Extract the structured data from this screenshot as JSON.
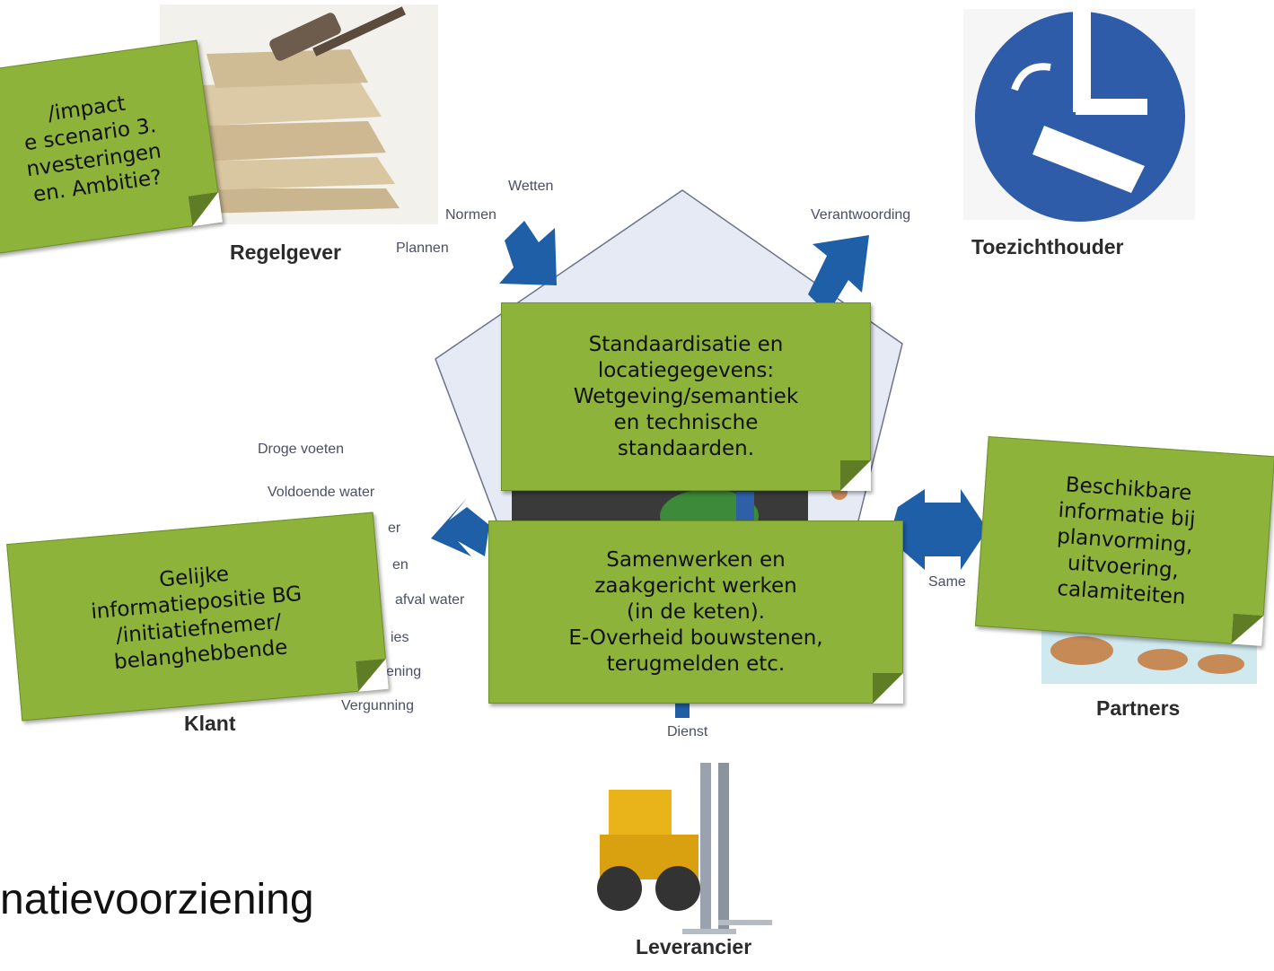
{
  "roles": {
    "regelgever": "Regelgever",
    "toezichthouder": "Toezichthouder",
    "partners": "Partners",
    "klant": "Klant",
    "leverancier": "Leverancier"
  },
  "flows": {
    "wetten": "Wetten",
    "normen": "Normen",
    "plannen": "Plannen",
    "verantwoording": "Verantwoording",
    "droge_voeten": "Droge voeten",
    "voldoende_water": "Voldoende water",
    "klant_partial_1": "er",
    "klant_partial_2": "en",
    "afval_water": "afval water",
    "klant_partial_3": "ies",
    "klant_partial_4": "ening",
    "vergunning": "Vergunning",
    "dienst": "Dienst",
    "samen_partial": "Same"
  },
  "notes": {
    "top_left": "/impact\ne scenario 3.\nnvesteringen\nen. Ambitie?",
    "center_top": "Standaardisatie en\nlocatiegegevens:\nWetgeving/semantiek\nen  technische\nstandaarden.",
    "center_bottom": "Samenwerken en\nzaakgericht werken\n(in de keten).\nE-Overheid bouwstenen,\nterugmelden etc.",
    "left": "Gelijke\ninformatiepositie BG\n/initiatiefnemer/\nbelanghebbende",
    "right": "Beschikbare\ninformatie bij\nplanvorming,\nuitvoering,\ncalamiteiten"
  },
  "bottom_title": "natievoorziening",
  "colors": {
    "arrow_blue": "#1f5fa8",
    "note_green": "#8db33a",
    "pentagon_fill": "#e6eaf4",
    "sign_blue": "#2e5ca8"
  },
  "icons": [
    "gavel-books-icon",
    "surveillance-camera-sign-icon",
    "forklift-icon",
    "rowing-partners-icon",
    "central-building-icon"
  ]
}
